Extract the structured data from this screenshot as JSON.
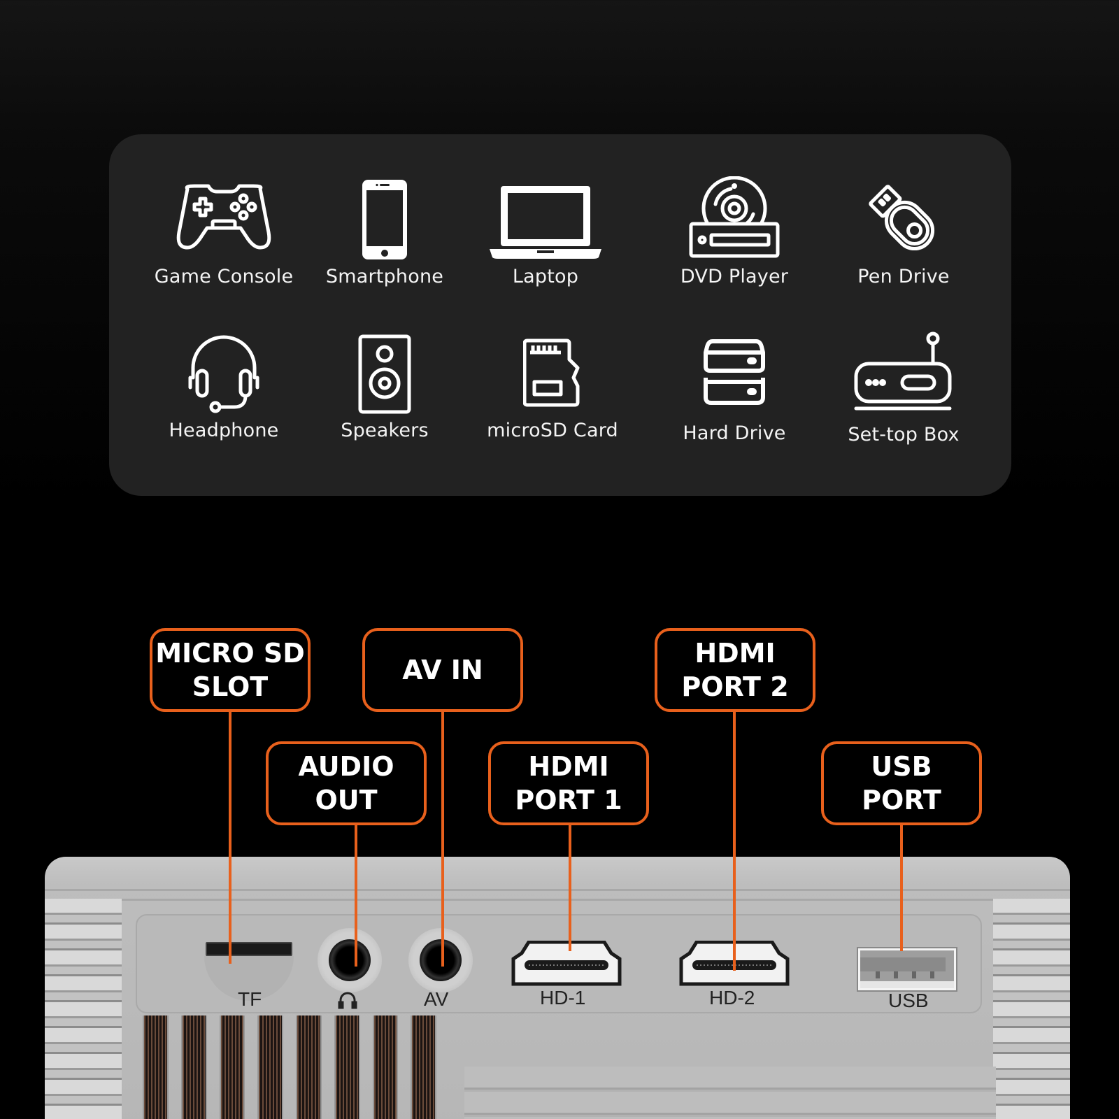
{
  "devices": {
    "row1": [
      {
        "label": "Game Console",
        "icon": "game-controller-icon"
      },
      {
        "label": "Smartphone",
        "icon": "smartphone-icon"
      },
      {
        "label": "Laptop",
        "icon": "laptop-icon"
      },
      {
        "label": "DVD Player",
        "icon": "dvd-player-icon"
      },
      {
        "label": "Pen Drive",
        "icon": "usb-pen-drive-icon"
      }
    ],
    "row2": [
      {
        "label": "Headphone",
        "icon": "headset-icon"
      },
      {
        "label": "Speakers",
        "icon": "speaker-icon"
      },
      {
        "label": "microSD Card",
        "icon": "microsd-card-icon"
      },
      {
        "label": "Hard Drive",
        "icon": "hard-drive-icon"
      },
      {
        "label": "Set-top Box",
        "icon": "set-top-box-icon"
      }
    ]
  },
  "callouts": {
    "micro_sd": {
      "line1": "MICRO SD",
      "line2": "SLOT"
    },
    "av_in": {
      "line1": "AV IN"
    },
    "hdmi2": {
      "line1": "HDMI",
      "line2": "PORT 2"
    },
    "audio_out": {
      "line1": "AUDIO",
      "line2": "OUT"
    },
    "hdmi1": {
      "line1": "HDMI",
      "line2": "PORT 1"
    },
    "usb": {
      "line1": "USB",
      "line2": "PORT"
    }
  },
  "port_labels": {
    "tf": "TF",
    "headphone": "🎧",
    "av": "AV",
    "hd1": "HD-1",
    "hd2": "HD-2",
    "usb": "USB"
  },
  "colors": {
    "accent": "#e8601c",
    "panel": "#222222",
    "background": "#000000",
    "device_body": "#bdbdbd"
  }
}
